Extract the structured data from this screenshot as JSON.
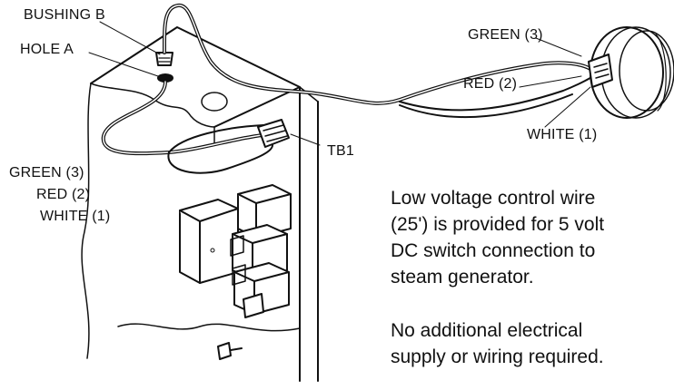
{
  "labels": {
    "bushing_b": "BUSHING B",
    "hole_a": "HOLE A",
    "green_3_top": "GREEN (3)",
    "red_2_top": "RED (2)",
    "white_1_top": "WHITE (1)",
    "tb1": "TB1",
    "green_3_left": "GREEN (3)",
    "red_2_left": "RED (2)",
    "white_1_left": "WHITE (1)"
  },
  "notes": {
    "note1": [
      "Low voltage control wire",
      "(25') is provided for 5 volt",
      "DC switch connection to",
      "steam generator."
    ],
    "note2": [
      "No additional electrical",
      "supply or wiring required."
    ]
  }
}
